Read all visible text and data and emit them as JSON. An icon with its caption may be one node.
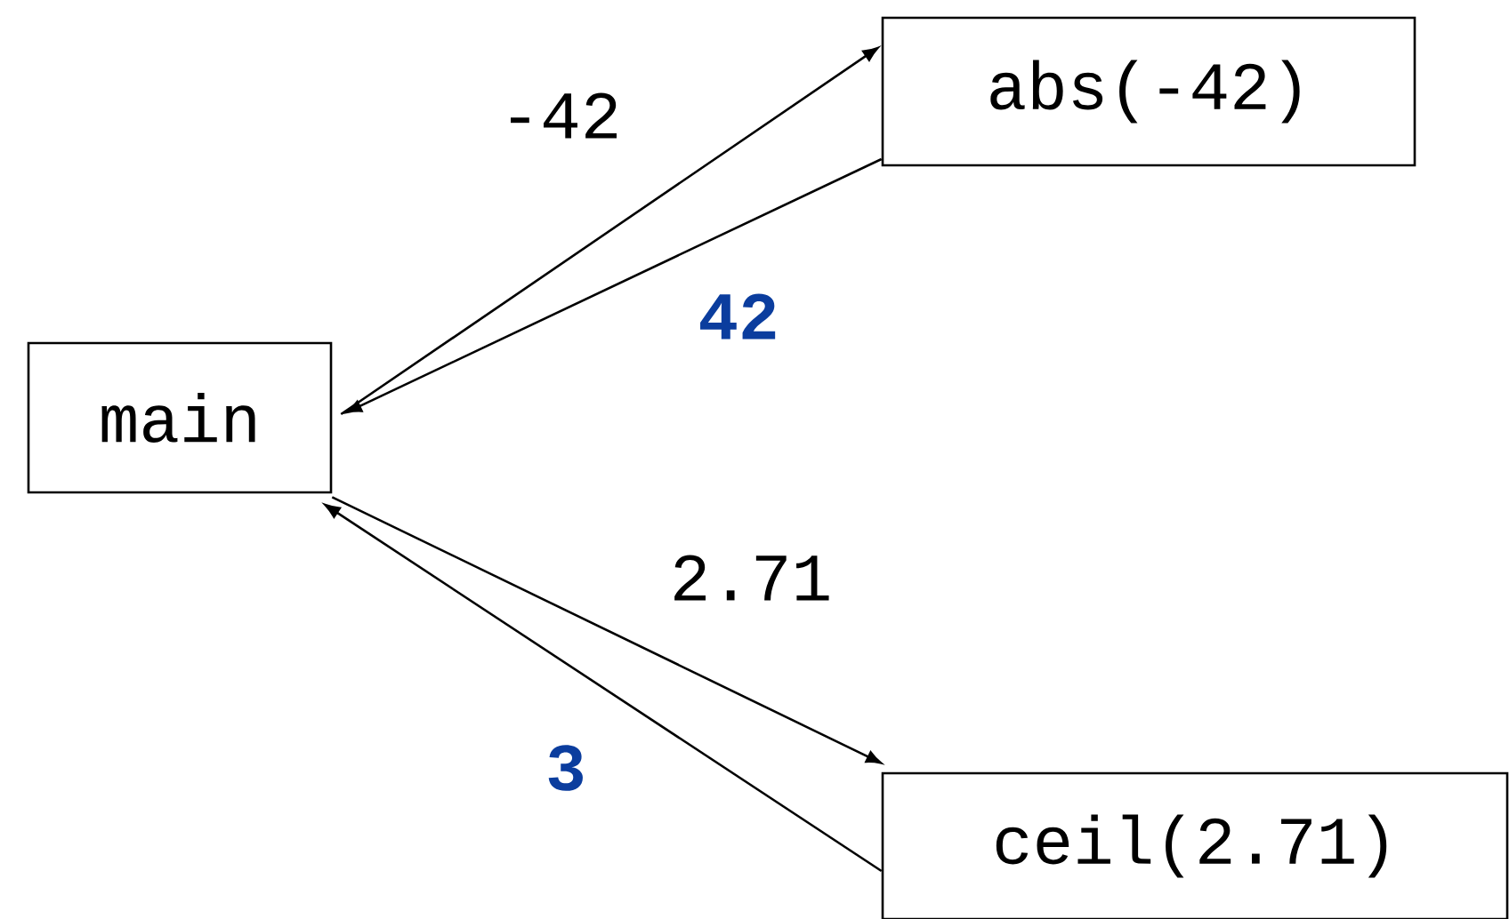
{
  "diagram": {
    "nodes": [
      {
        "text": [
          "main"
        ]
      },
      {
        "text": [
          "abs(-42)"
        ]
      },
      {
        "text": [
          "ceil(2.71)"
        ]
      }
    ],
    "edges": [
      {
        "from": 0,
        "to": 1,
        "arrow": "to",
        "label": "-42"
      },
      {
        "from": 1,
        "to": 0,
        "arrow": "to",
        "label": "42"
      },
      {
        "from": 0,
        "to": 2,
        "arrow": "to",
        "label": "2.71"
      },
      {
        "from": 2,
        "to": 0,
        "arrow": "to",
        "label": "3"
      }
    ]
  }
}
